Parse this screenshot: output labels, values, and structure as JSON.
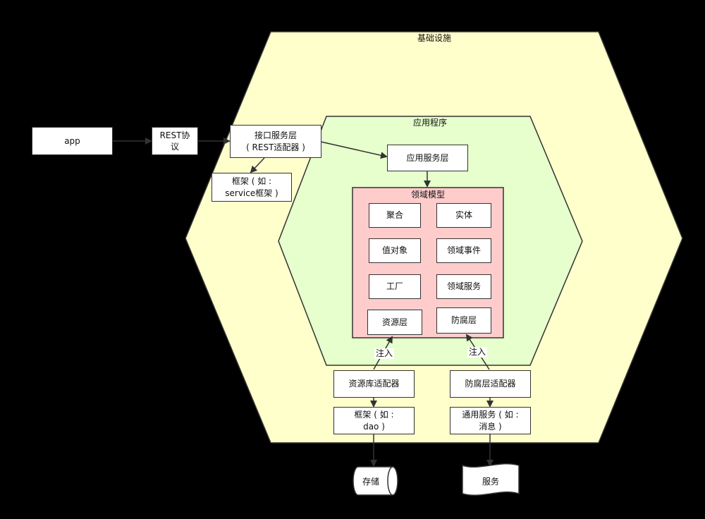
{
  "zones": {
    "infrastructure": "基础设施",
    "application": "应用程序",
    "domain_model": "领域模型"
  },
  "nodes": {
    "app": "app",
    "rest_protocol": "REST协\n议",
    "interface_service_layer": "接口服务层\n( REST适配器 )",
    "framework_service": "框架 ( 如 :\nservice框架 )",
    "application_service_layer": "应用服务层",
    "aggregate": "聚合",
    "entity": "实体",
    "value_object": "值对象",
    "domain_event": "领域事件",
    "factory": "工厂",
    "domain_service": "领域服务",
    "repository_layer": "资源层",
    "anticorruption_layer": "防腐层",
    "repository_adapter": "资源库适配器",
    "anticorruption_adapter": "防腐层适配器",
    "framework_dao": "框架 ( 如 :\ndao )",
    "common_service": "通用服务 ( 如 :\n消息 )",
    "storage": "存储",
    "service": "服务"
  },
  "edge_labels": {
    "inject_left": "注入",
    "inject_right": "注入"
  },
  "colors": {
    "background": "#000000",
    "infrastructure_fill": "#FFFFCC",
    "application_fill": "#E6FFCC",
    "domain_fill": "#FFCCCC",
    "stroke": "#333333"
  }
}
